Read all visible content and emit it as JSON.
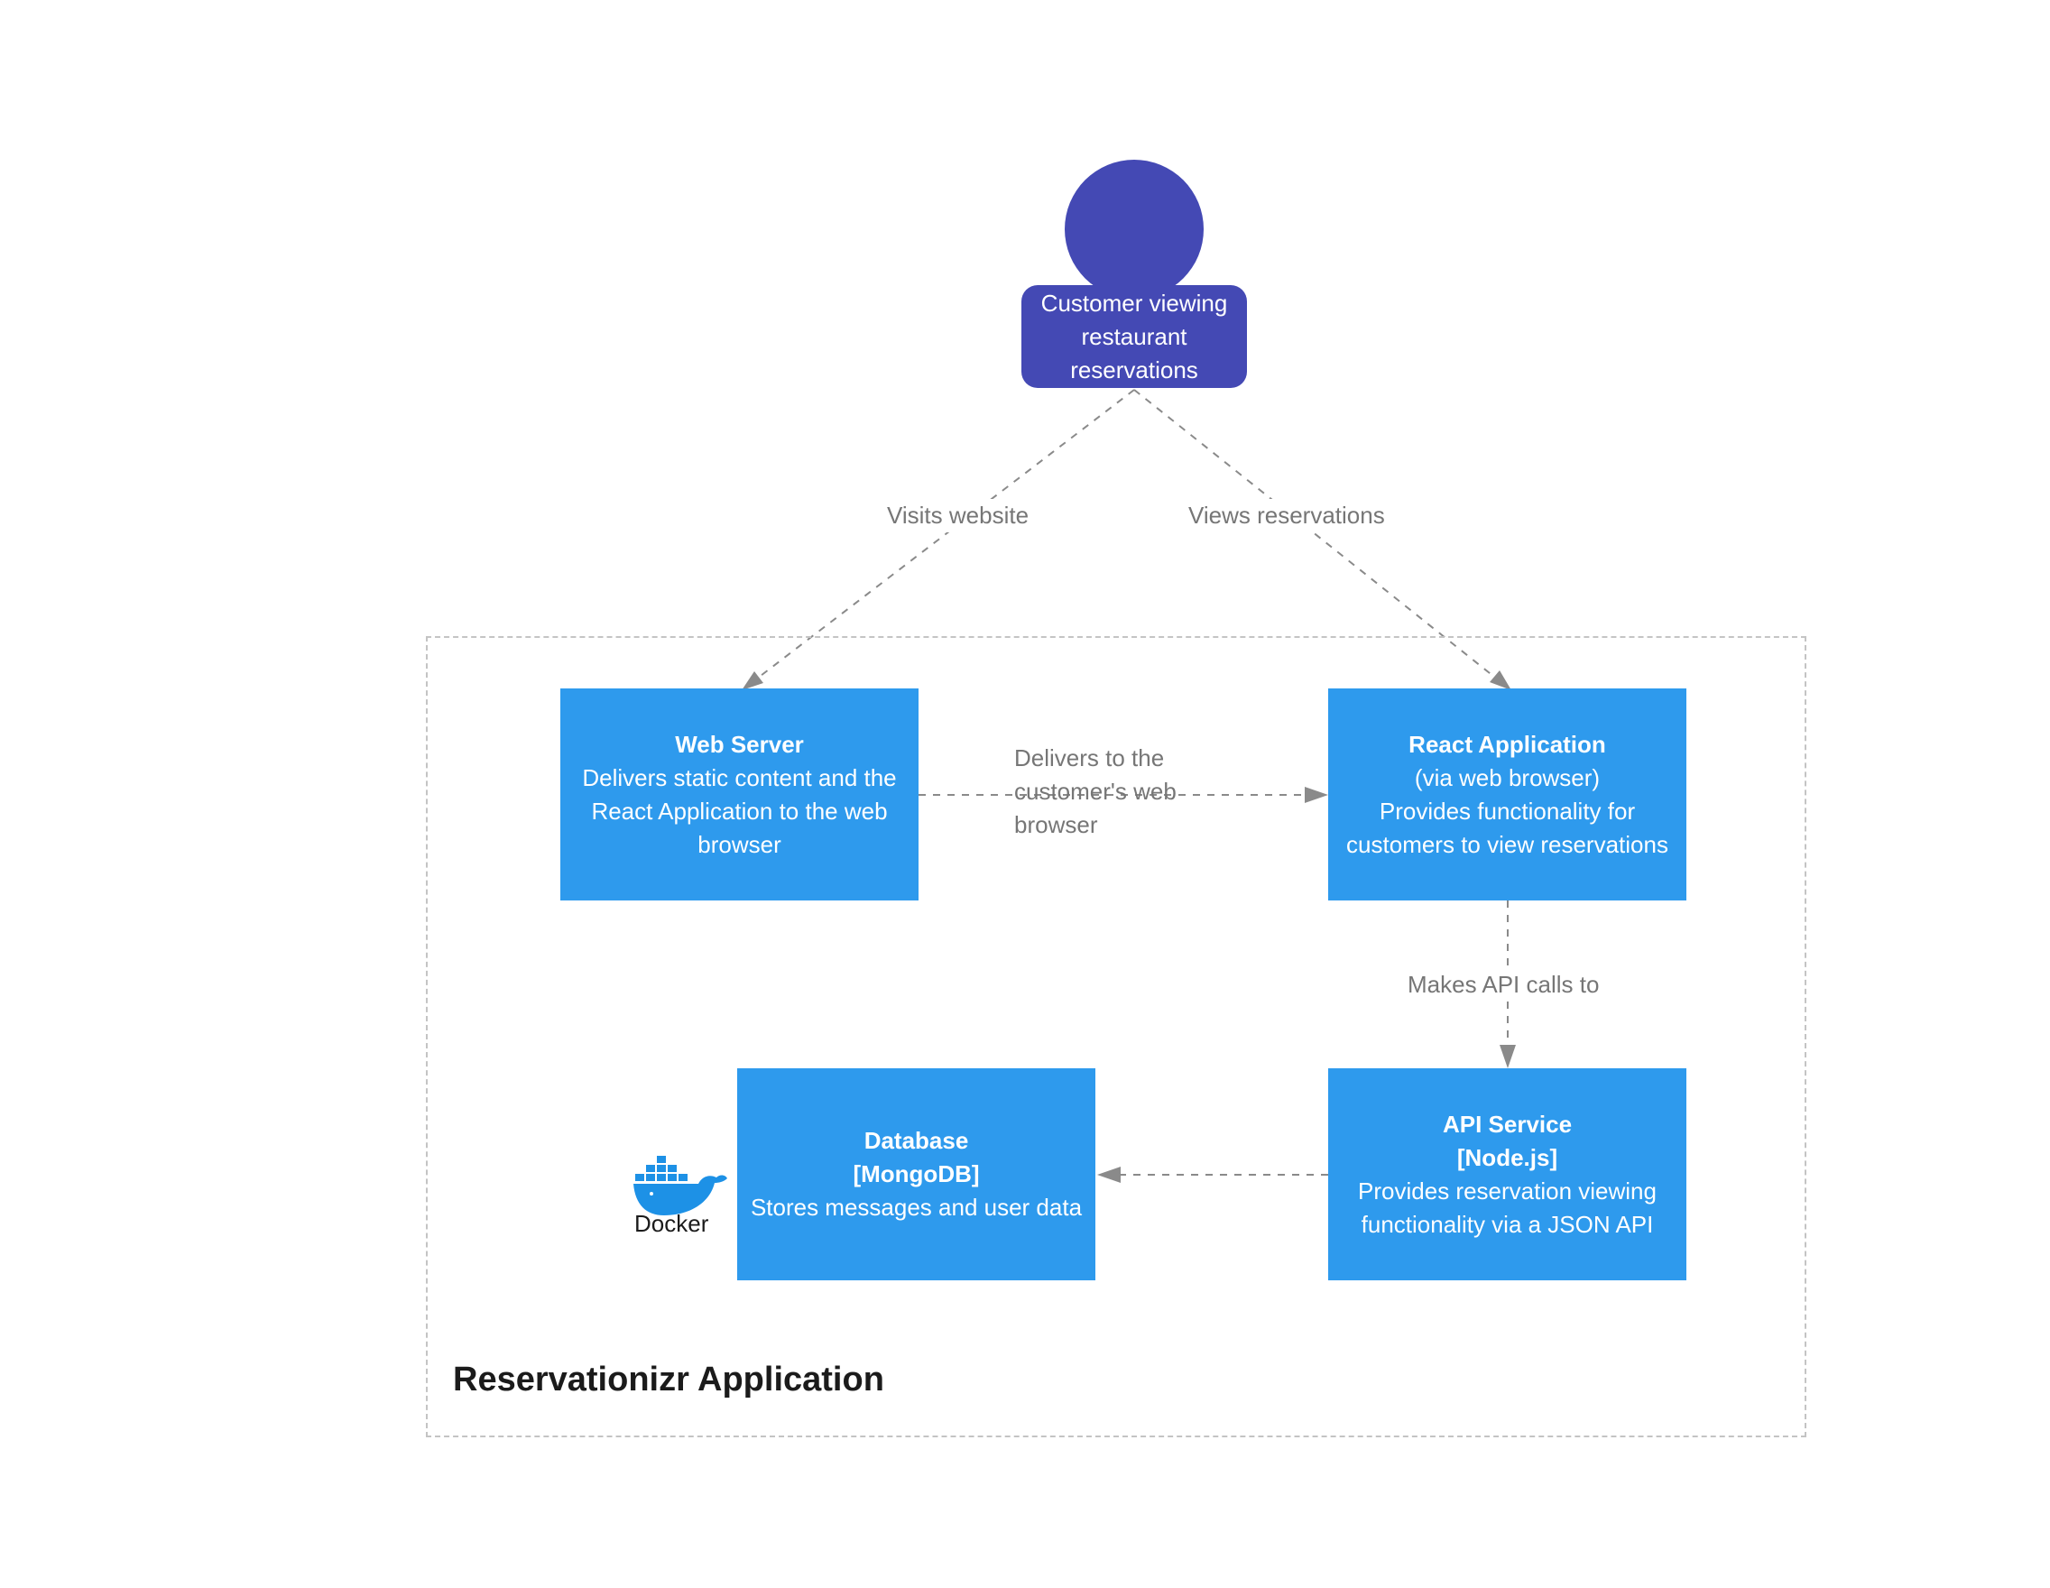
{
  "person": {
    "label": "Customer viewing restaurant reservations"
  },
  "boundary": {
    "title": "Reservationizr Application"
  },
  "containers": {
    "web_server": {
      "title": "Web Server",
      "description": "Delivers static content and the React Application to the web browser"
    },
    "react_app": {
      "title": "React Application",
      "subtitle": "(via web browser)",
      "description": "Provides functionality for customers to view reservations"
    },
    "api_service": {
      "title": "API Service",
      "tech": "[Node.js]",
      "description": "Provides reservation viewing functionality via a JSON API"
    },
    "database": {
      "title": "Database",
      "tech": "[MongoDB]",
      "description": "Stores messages and user data"
    }
  },
  "relationships": {
    "visits": "Visits website",
    "views": "Views reservations",
    "delivers": "Delivers to the customer's web browser",
    "api_calls": "Makes API calls to"
  },
  "docker": {
    "label": "Docker",
    "icon": "docker-whale-icon"
  },
  "colors": {
    "person": "#4449b4",
    "container": "#2e9aed",
    "connector": "#8a8a8a",
    "boundary": "#c4c4c4",
    "docker": "#1d91e6"
  }
}
